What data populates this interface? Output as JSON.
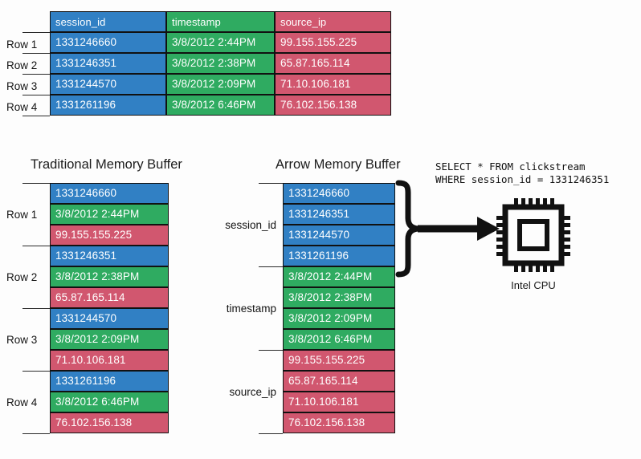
{
  "diagram": {
    "top_table": {
      "row_label_prefix": "Row",
      "columns": [
        "session_id",
        "timestamp",
        "source_ip"
      ],
      "row_labels": [
        "Row 1",
        "Row 2",
        "Row 3",
        "Row 4"
      ],
      "rows": [
        [
          "1331246660",
          "3/8/2012  2:44PM",
          "99.155.155.225"
        ],
        [
          "1331246351",
          "3/8/2012  2:38PM",
          "65.87.165.114"
        ],
        [
          "1331244570",
          "3/8/2012  2:09PM",
          "71.10.106.181"
        ],
        [
          "1331261196",
          "3/8/2012  6:46PM",
          "76.102.156.138"
        ]
      ]
    },
    "traditional": {
      "title": "Traditional Memory Buffer",
      "group_labels": [
        "Row 1",
        "Row 2",
        "Row 3",
        "Row 4"
      ],
      "cells": [
        {
          "text": "1331246660",
          "color": "blue"
        },
        {
          "text": "3/8/2012  2:44PM",
          "color": "green"
        },
        {
          "text": "99.155.155.225",
          "color": "red"
        },
        {
          "text": "1331246351",
          "color": "blue"
        },
        {
          "text": "3/8/2012  2:38PM",
          "color": "green"
        },
        {
          "text": "65.87.165.114",
          "color": "red"
        },
        {
          "text": "1331244570",
          "color": "blue"
        },
        {
          "text": "3/8/2012  2:09PM",
          "color": "green"
        },
        {
          "text": "71.10.106.181",
          "color": "red"
        },
        {
          "text": "1331261196",
          "color": "blue"
        },
        {
          "text": "3/8/2012  6:46PM",
          "color": "green"
        },
        {
          "text": "76.102.156.138",
          "color": "red"
        }
      ]
    },
    "arrow": {
      "title": "Arrow Memory Buffer",
      "group_labels": [
        "session_id",
        "timestamp",
        "source_ip"
      ],
      "cells": [
        {
          "text": "1331246660",
          "color": "blue"
        },
        {
          "text": "1331246351",
          "color": "blue"
        },
        {
          "text": "1331244570",
          "color": "blue"
        },
        {
          "text": "1331261196",
          "color": "blue"
        },
        {
          "text": "3/8/2012  2:44PM",
          "color": "green"
        },
        {
          "text": "3/8/2012  2:38PM",
          "color": "green"
        },
        {
          "text": "3/8/2012  2:09PM",
          "color": "green"
        },
        {
          "text": "3/8/2012  6:46PM",
          "color": "green"
        },
        {
          "text": "99.155.155.225",
          "color": "red"
        },
        {
          "text": "65.87.165.114",
          "color": "red"
        },
        {
          "text": "71.10.106.181",
          "color": "red"
        },
        {
          "text": "76.102.156.138",
          "color": "red"
        }
      ]
    },
    "query": {
      "line1": "SELECT * FROM clickstream",
      "line2": "WHERE session_id = 1331246351"
    },
    "cpu": {
      "caption": "Intel CPU",
      "icon": "cpu-chip-icon"
    },
    "colors": {
      "blue": "#3180c4",
      "green": "#2fab61",
      "red": "#d1576f",
      "background": "#fdfdfd",
      "stroke": "#111111"
    }
  }
}
